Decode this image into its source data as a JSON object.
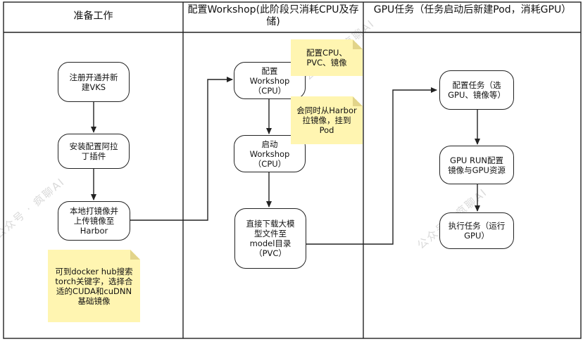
{
  "lanes": [
    {
      "title": "准备工作"
    },
    {
      "title": "配置Workshop(此阶段只消耗CPU及存储)"
    },
    {
      "title": "GPU任务（任务启动后新建Pod，消耗GPU）"
    }
  ],
  "nodes": {
    "register": "注册开通并新建VKS",
    "install_plugin": "安装配置阿拉丁插件",
    "build_image": "本地打镜像并上传镜像至Harbor",
    "config_workshop": "配置Workshop（CPU）",
    "start_workshop": "启动Workshop（CPU）",
    "download_model": "直接下载大模型文件至model目录（PVC）",
    "config_task": "配置任务（选GPU、镜像等）",
    "gpu_run": "GPU RUN配置镜像与GPU资源",
    "run_task": "执行任务（运行GPU）"
  },
  "notes": {
    "docker_hub": "可到docker hub搜索torch关键字，选择合适的CUDA和cuDNN基础镜像",
    "config_cpu": "配置CPU、PVC、镜像",
    "harbor_pull": "会同时从Harbor拉镜像，挂到Pod"
  },
  "watermark": "公众号 · 疯聊AI",
  "colors": {
    "note_fill": "#fff5b1",
    "stroke": "#222222",
    "watermark": "#d9d9d9"
  }
}
